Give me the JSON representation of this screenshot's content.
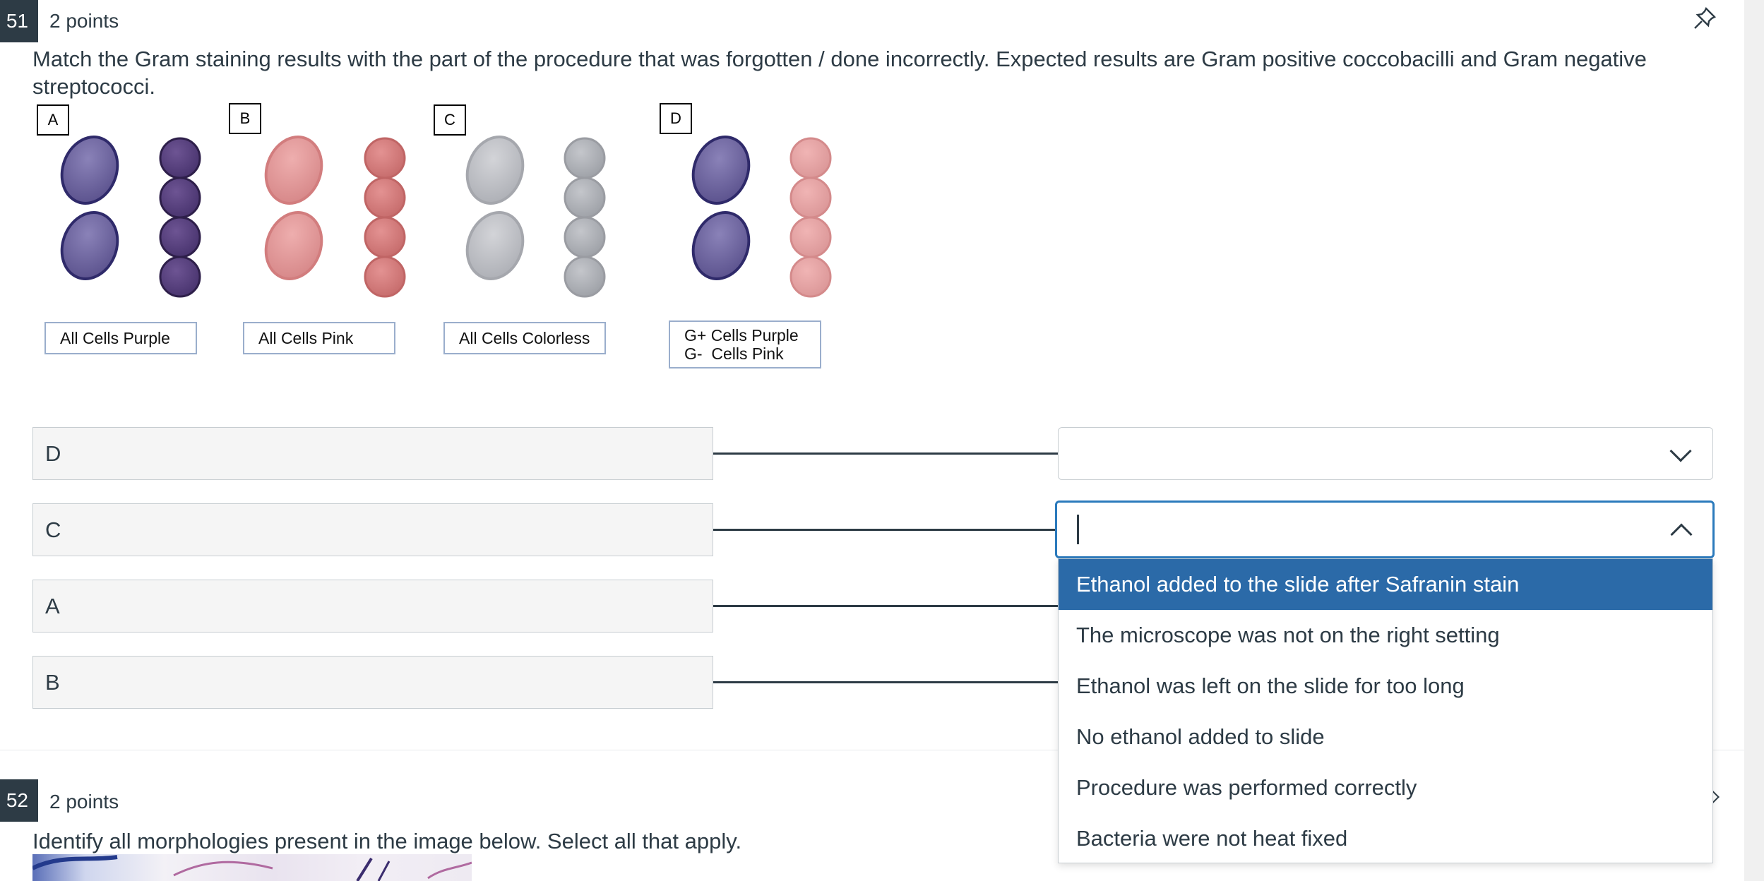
{
  "question1": {
    "number": "51",
    "points": "2 points",
    "text": "Match the Gram staining results with the part of the procedure that was forgotten / done incorrectly.  Expected results are Gram positive coccobacilli and Gram negative streptococci.",
    "figure": {
      "panels": [
        {
          "letter": "A",
          "caption": "All Cells Purple",
          "rod_color": "#6e65a0",
          "cocci_color": "#5a4480"
        },
        {
          "letter": "B",
          "caption": "All Cells Pink",
          "rod_color": "#e3999a",
          "cocci_color": "#d27c7c"
        },
        {
          "letter": "C",
          "caption": "All Cells Colorless",
          "rod_color": "#c3c4c9",
          "cocci_color": "#b3b6bb"
        },
        {
          "letter": "D",
          "caption": "G+ Cells Purple\nG-  Cells Pink",
          "rod_color": "#6e65a0",
          "cocci_color": "#e3a3a4"
        }
      ]
    },
    "rows": [
      {
        "label": "D",
        "select_value": ""
      },
      {
        "label": "C",
        "select_value": ""
      },
      {
        "label": "A",
        "select_value": ""
      },
      {
        "label": "B",
        "select_value": ""
      }
    ],
    "dropdown_options": [
      "Ethanol added to the slide after Safranin stain",
      "The microscope was not on the right setting",
      "Ethanol was left on the slide for too long",
      "No ethanol added to slide",
      "Procedure was performed correctly",
      "Bacteria were not heat fixed"
    ],
    "highlighted_option_index": 0
  },
  "question2": {
    "number": "52",
    "points": "2 points",
    "text": "Identify all morphologies present in the image below. Select all that apply."
  },
  "icons": {
    "pin": "pin-icon",
    "select_closed": "chevron-down-icon",
    "select_open": "chevron-up-icon",
    "next": "chevron-right-icon"
  },
  "colors": {
    "header_badge": "#2d3b45",
    "focus_border": "#2b7abc",
    "option_highlight": "#2b6aa8"
  }
}
